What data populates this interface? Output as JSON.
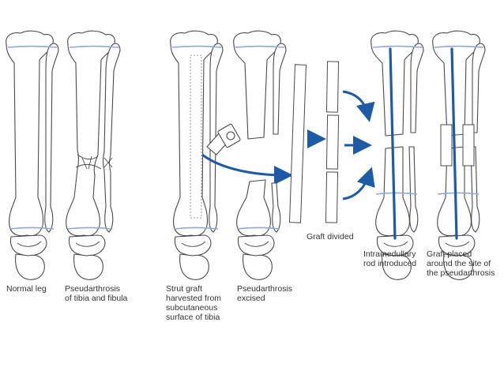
{
  "colors": {
    "accent": "#1f5aa6",
    "growth_plate": "#8fa8d6",
    "outline": "#4a4a4a"
  },
  "labels": {
    "normal_leg": "Normal leg",
    "pseudarthrosis": "Pseudarthrosis\nof tibia and fibula",
    "strut_graft": "Strut graft\nharvested from\nsubcutaneous\nsurface of tibia",
    "excised": "Pseudarthrosis\nexcised",
    "graft_divided": "Graft divided",
    "rod_introduced": "Intramedullary\nrod introduced",
    "graft_placed": "Graft placed\naround the site of\nthe pseudarthrosis"
  }
}
